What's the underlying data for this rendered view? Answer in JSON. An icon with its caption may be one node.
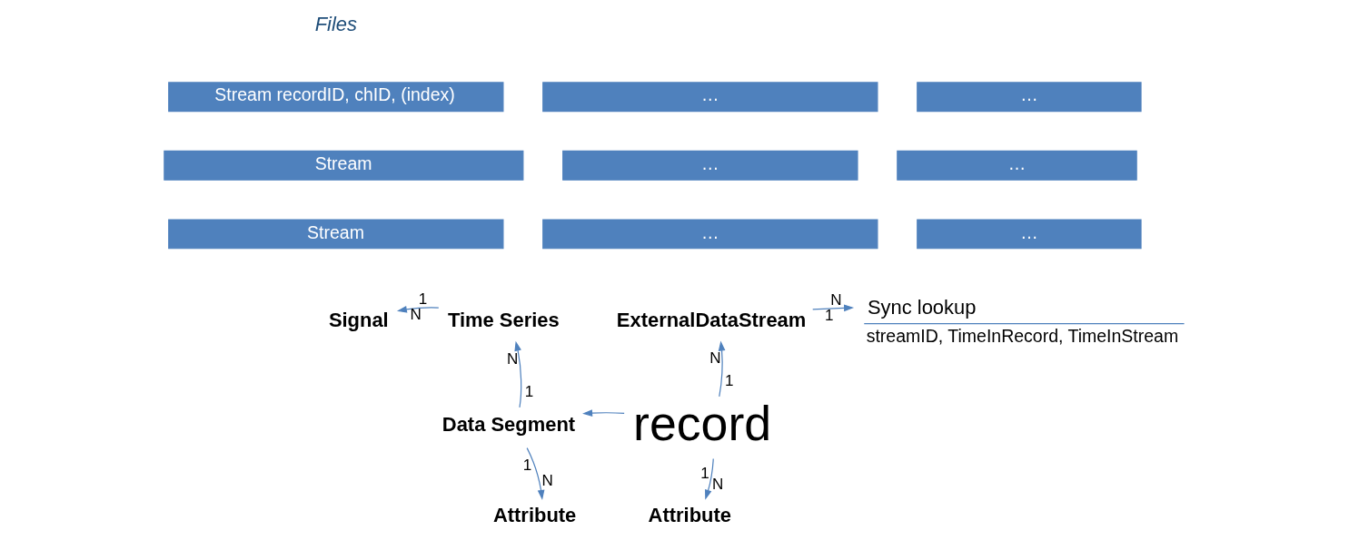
{
  "diagram": {
    "nodes": [
      {
        "text": [
          "Stream recordID, chID, (index)"
        ]
      },
      {
        "text": [
          "…"
        ]
      },
      {
        "text": [
          "…"
        ]
      },
      {
        "text": [
          "Stream"
        ]
      },
      {
        "text": [
          "…"
        ]
      },
      {
        "text": [
          "…"
        ]
      },
      {
        "text": [
          "Stream"
        ]
      },
      {
        "text": [
          "…"
        ]
      },
      {
        "text": [
          "…"
        ]
      },
      {
        "text": [
          "ExternalDataStream"
        ]
      },
      {
        "text": [
          "Sync lookup",
          "streamID, TimeInRecord, TimeInStream"
        ]
      },
      {
        "text": [
          "Signal"
        ]
      },
      {
        "text": [
          "Time Series"
        ]
      },
      {
        "text": [
          "Data Segment"
        ]
      },
      {
        "text": [
          "record"
        ]
      },
      {
        "text": [
          "Attribute"
        ]
      },
      {
        "text": [
          "Attribute"
        ]
      }
    ],
    "edges": [
      {
        "from": 9,
        "to": 10,
        "arrow": "to"
      },
      {
        "from": 12,
        "to": 11,
        "arrow": "to"
      },
      {
        "from": 14,
        "to": 9,
        "arrow": "to"
      },
      {
        "from": 13,
        "to": 12,
        "arrow": "to"
      },
      {
        "from": 14,
        "to": 13,
        "arrow": "to"
      },
      {
        "from": 13,
        "to": 15,
        "arrow": "to"
      },
      {
        "from": 14,
        "to": 16,
        "arrow": "to"
      }
    ],
    "labels": [
      "Files",
      "1",
      "N",
      "N",
      "1",
      "N",
      "N",
      "1",
      "1",
      "1",
      "1",
      "N",
      "N"
    ]
  }
}
